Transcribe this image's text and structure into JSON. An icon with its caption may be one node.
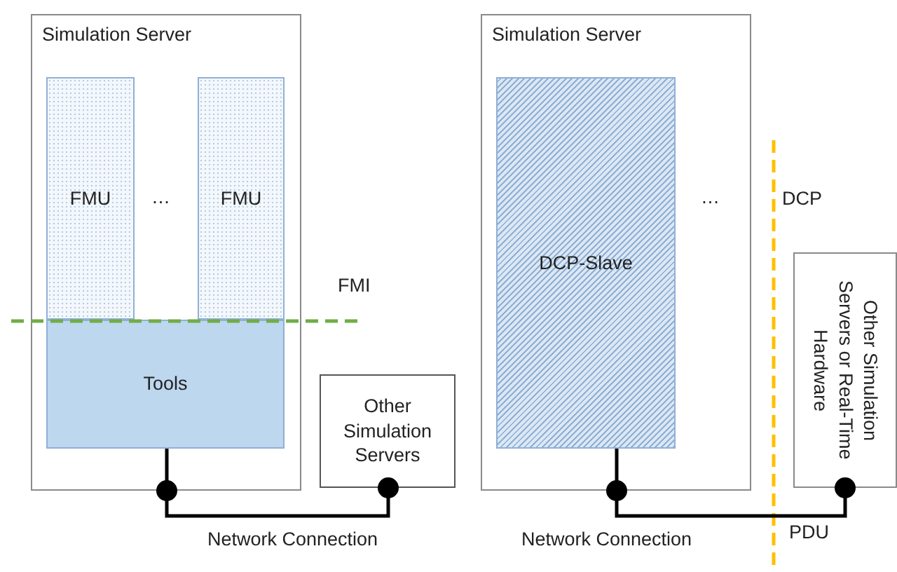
{
  "diagram": {
    "nodes": [
      {
        "text": [
          "Simulation Server"
        ]
      },
      {
        "text": [
          "FMU"
        ],
        "in": 0
      },
      {
        "text": [
          "FMU"
        ],
        "in": 0
      },
      {
        "text": [
          "Tools"
        ],
        "in": 0
      },
      {
        "text": [
          "Other Simulation Servers"
        ]
      },
      {
        "text": [
          "Simulation Server"
        ]
      },
      {
        "text": [
          "DCP-Slave"
        ],
        "in": 5
      },
      {
        "text": [
          "Other Simulation Servers or Real-Time Hardware"
        ]
      }
    ],
    "edges": [
      {
        "from": 3,
        "to": 0,
        "arrow": "none"
      },
      {
        "from": 0,
        "to": 4,
        "arrow": "other",
        "label": "Network Connection"
      },
      {
        "from": 6,
        "to": 5,
        "arrow": "none"
      },
      {
        "from": 5,
        "to": 7,
        "arrow": "other",
        "label": "Network Connection"
      }
    ],
    "labels": [
      "…",
      "FMI",
      "…",
      "DCP",
      "PDU"
    ]
  }
}
